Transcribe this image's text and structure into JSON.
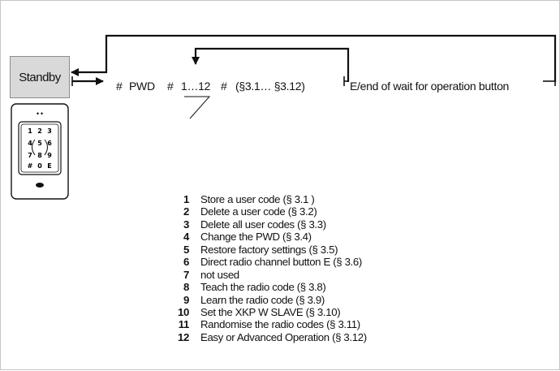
{
  "standby_label": "Standby",
  "sequence": {
    "hash_1": "#",
    "pwd": "PWD",
    "hash_2": "#",
    "range": "1…12",
    "hash_3": "#",
    "sections": "(§3.1… §3.12)",
    "end_text": "E/end of wait for operation button"
  },
  "keypad": {
    "logo": "✦✦",
    "keys": [
      "1",
      "2",
      "3",
      "4",
      "5",
      "6",
      "7",
      "8",
      "9",
      "#",
      "0",
      "E"
    ]
  },
  "menu": [
    {
      "num": "1",
      "label": "Store a user code  (§ 3.1 )"
    },
    {
      "num": "2",
      "label": "Delete a user code  (§ 3.2)"
    },
    {
      "num": "3",
      "label": "Delete all user codes  (§ 3.3)"
    },
    {
      "num": "4",
      "label": "Change the PWD  (§ 3.4)"
    },
    {
      "num": "5",
      "label": "Restore factory settings (§ 3.5)"
    },
    {
      "num": "6",
      "label": "Direct radio channel button E  (§ 3.6)"
    },
    {
      "num": "7",
      "label": "not used"
    },
    {
      "num": "8",
      "label": "Teach the radio code  (§ 3.8)"
    },
    {
      "num": "9",
      "label": "Learn the radio code  (§ 3.9)"
    },
    {
      "num": "10",
      "label": "Set the XKP W SLAVE  (§ 3.10)"
    },
    {
      "num": "11",
      "label": "Randomise the radio codes  (§ 3.11)"
    },
    {
      "num": "12",
      "label": "Easy or Advanced Operation  (§ 3.12)"
    }
  ]
}
